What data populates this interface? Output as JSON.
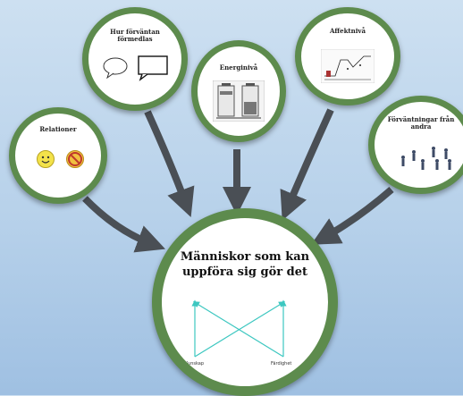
{
  "main": {
    "title_line1": "Människor som kan",
    "title_line2": "uppföra sig gör det",
    "label_left": "Kunskap",
    "label_right": "Färdighet"
  },
  "nodes": {
    "relationer": "Relationer",
    "hur_line1": "Hur förväntan",
    "hur_line2": "förmedlas",
    "energi": "Energinivå",
    "affekt": "Affektnivå",
    "forv_line1": "Förväntningar från",
    "forv_line2": "andra"
  },
  "colors": {
    "ring": "#5d8b4d",
    "arrow": "#4a4f55",
    "cross_lines": "#3cc7c0"
  }
}
